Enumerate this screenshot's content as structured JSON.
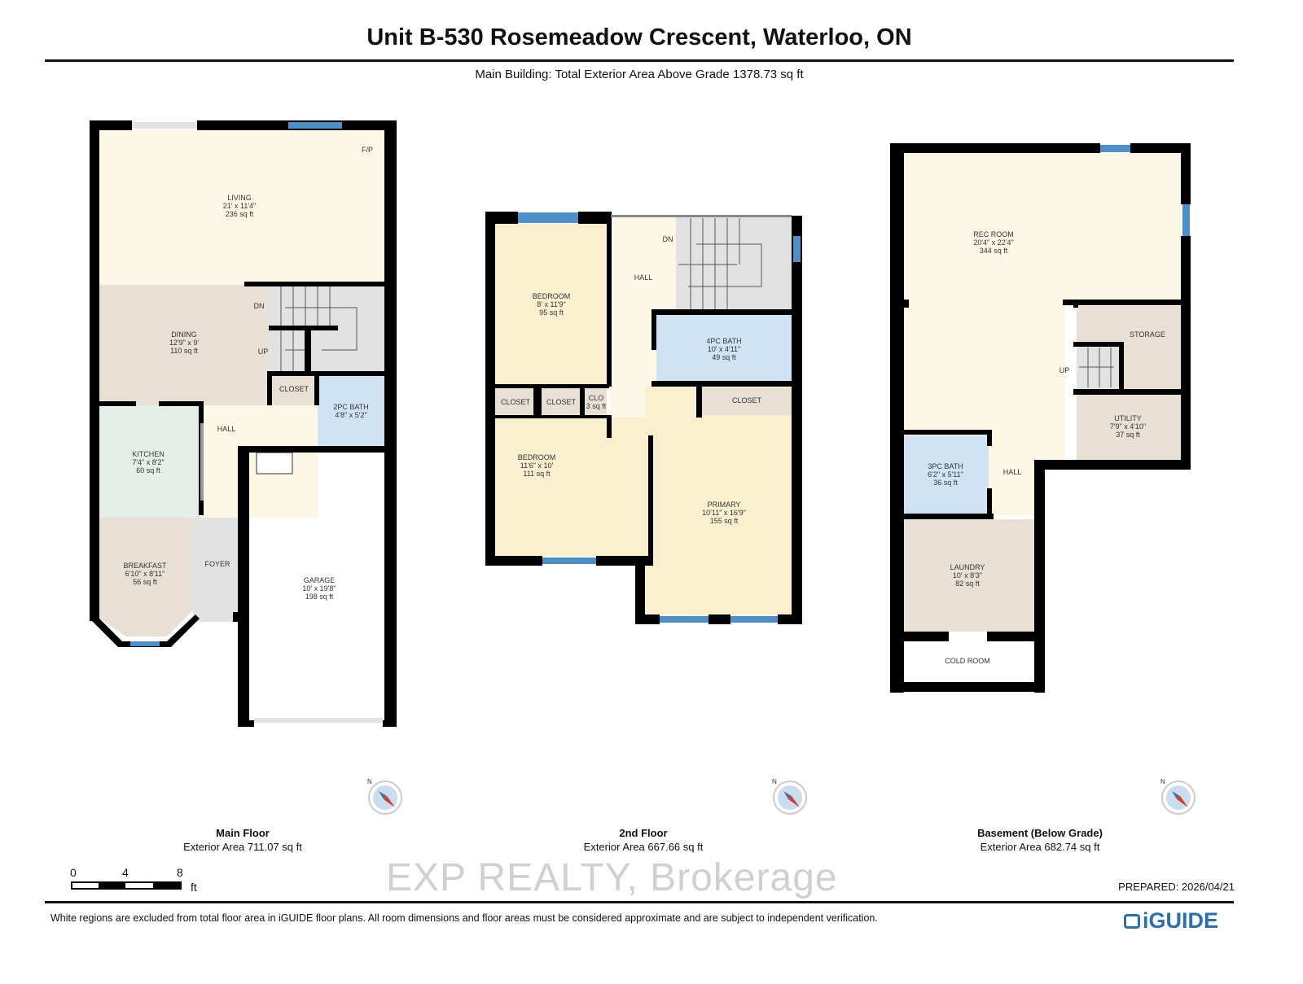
{
  "header": {
    "title": "Unit B-530 Rosemeadow Crescent, Waterloo, ON",
    "subtitle": "Main Building: Total Exterior Area Above Grade 1378.73 sq ft"
  },
  "colors": {
    "wall": "#000000",
    "living_area": "#fdf8e6",
    "bedroom": "#faf0d0",
    "bath": "#cfe3f5",
    "utility_area": "#e8e0d4",
    "kitchen": "#e6eee8",
    "stairs_foyer": "#e2e2e2",
    "window": "#4f8fc8",
    "compass_needle": "#d33a2c"
  },
  "floors": [
    {
      "name": "Main Floor",
      "exterior_area": "Exterior Area 711.07 sq ft",
      "rooms": [
        {
          "name": "LIVING",
          "dims": "21' x 11'4\"",
          "area": "236 sq ft"
        },
        {
          "name": "F/P"
        },
        {
          "name": "DINING",
          "dims": "12'9\" x 9'",
          "area": "110 sq ft"
        },
        {
          "name": "DN"
        },
        {
          "name": "UP"
        },
        {
          "name": "CLOSET"
        },
        {
          "name": "2PC BATH",
          "dims": "4'8\" x 5'2\""
        },
        {
          "name": "HALL"
        },
        {
          "name": "KITCHEN",
          "dims": "7'4\" x 8'2\"",
          "area": "60 sq ft"
        },
        {
          "name": "BREAKFAST",
          "dims": "6'10\" x 8'11\"",
          "area": "56 sq ft"
        },
        {
          "name": "FOYER"
        },
        {
          "name": "GARAGE",
          "dims": "10' x 19'8\"",
          "area": "198 sq ft"
        }
      ]
    },
    {
      "name": "2nd Floor",
      "exterior_area": "Exterior Area 667.66 sq ft",
      "rooms": [
        {
          "name": "BEDROOM",
          "dims": "8' x 11'9\"",
          "area": "95 sq ft"
        },
        {
          "name": "HALL"
        },
        {
          "name": "DN"
        },
        {
          "name": "4PC BATH",
          "dims": "10' x 4'11\"",
          "area": "49 sq ft"
        },
        {
          "name": "CLOSET"
        },
        {
          "name": "CLOSET"
        },
        {
          "name": "CLO",
          "area": "3 sq ft"
        },
        {
          "name": "CLOSET"
        },
        {
          "name": "BEDROOM",
          "dims": "11'6\" x 10'",
          "area": "111 sq ft"
        },
        {
          "name": "PRIMARY",
          "dims": "10'11\" x 16'9\"",
          "area": "155 sq ft"
        }
      ]
    },
    {
      "name": "Basement (Below Grade)",
      "exterior_area": "Exterior Area 682.74 sq ft",
      "rooms": [
        {
          "name": "REC ROOM",
          "dims": "20'4\" x 22'4\"",
          "area": "344 sq ft"
        },
        {
          "name": "STORAGE"
        },
        {
          "name": "UP"
        },
        {
          "name": "UTILITY",
          "dims": "7'9\" x 4'10\"",
          "area": "37 sq ft"
        },
        {
          "name": "3PC BATH",
          "dims": "6'2\" x 5'11\"",
          "area": "36 sq ft"
        },
        {
          "name": "HALL"
        },
        {
          "name": "LAUNDRY",
          "dims": "10' x 8'3\"",
          "area": "82 sq ft"
        },
        {
          "name": "COLD ROOM"
        }
      ]
    }
  ],
  "compass": {
    "label": "N",
    "icon": "compass-icon"
  },
  "scale_bar": {
    "ticks": [
      "0",
      "4",
      "8"
    ],
    "unit": "ft"
  },
  "prepared": "PREPARED: 2026/04/21",
  "disclaimer": "White regions are excluded from total floor area in iGUIDE floor plans. All room dimensions and floor areas must be considered approximate and are subject to independent verification.",
  "watermark": "EXP REALTY, Brokerage",
  "logo": "iGUIDE"
}
